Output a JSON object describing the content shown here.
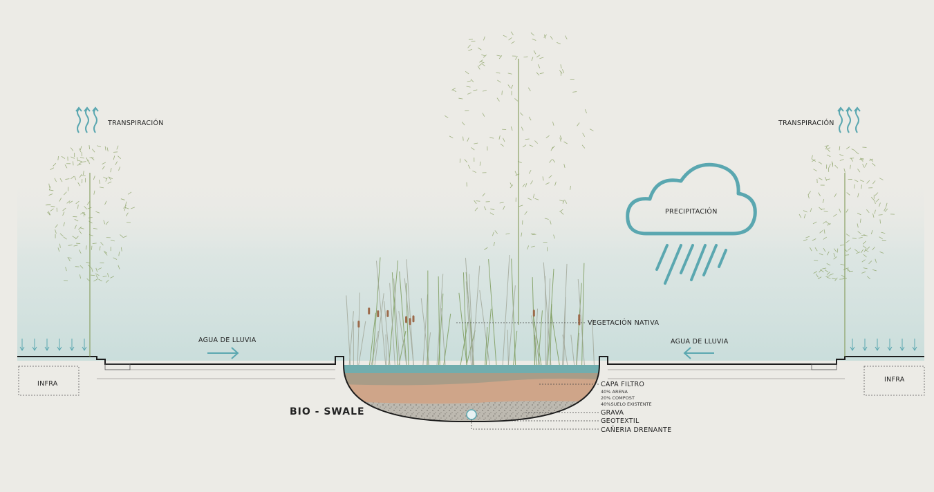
{
  "labels": {
    "transpiration_left": "TRANSPIRACIÓN",
    "transpiration_right": "TRANSPIRACIÓN",
    "precipitation": "PRECIPITACIÓN",
    "rainwater_left": "AGUA DE LLUVIA",
    "rainwater_right": "AGUA DE LLUVIA",
    "infra_left": "INFRA",
    "infra_right": "INFRA",
    "bioswale": "BIO - SWALE",
    "native_vegetation": "VEGETACIÓN NATIVA",
    "filter_layer": "CAPA FILTRO",
    "filter_sand": "40% ARENA",
    "filter_compost": "20% COMPOST",
    "filter_soil": "40%SUELO EXISTENTE",
    "gravel": "GRAVA",
    "geotextile": "GEOTEXTIL",
    "drain_pipe": "CAÑERIA DRENANTE"
  },
  "colors": {
    "background": "#ecebe6",
    "mist": "#c9dedc",
    "water": "#5fb3bb",
    "accent": "#5aa7b0",
    "plant": "#8aa063",
    "soil": "#b8a48a",
    "sand": "#cfa589",
    "gravel": "#b6b2a9",
    "line": "#1c1c1c"
  },
  "icons": {
    "cloud": "cloud-icon",
    "rain": "rain-icon",
    "arrow_right": "arrow-right-icon",
    "arrow_left": "arrow-left-icon",
    "transpiration": "up-wavy-arrows-icon"
  }
}
